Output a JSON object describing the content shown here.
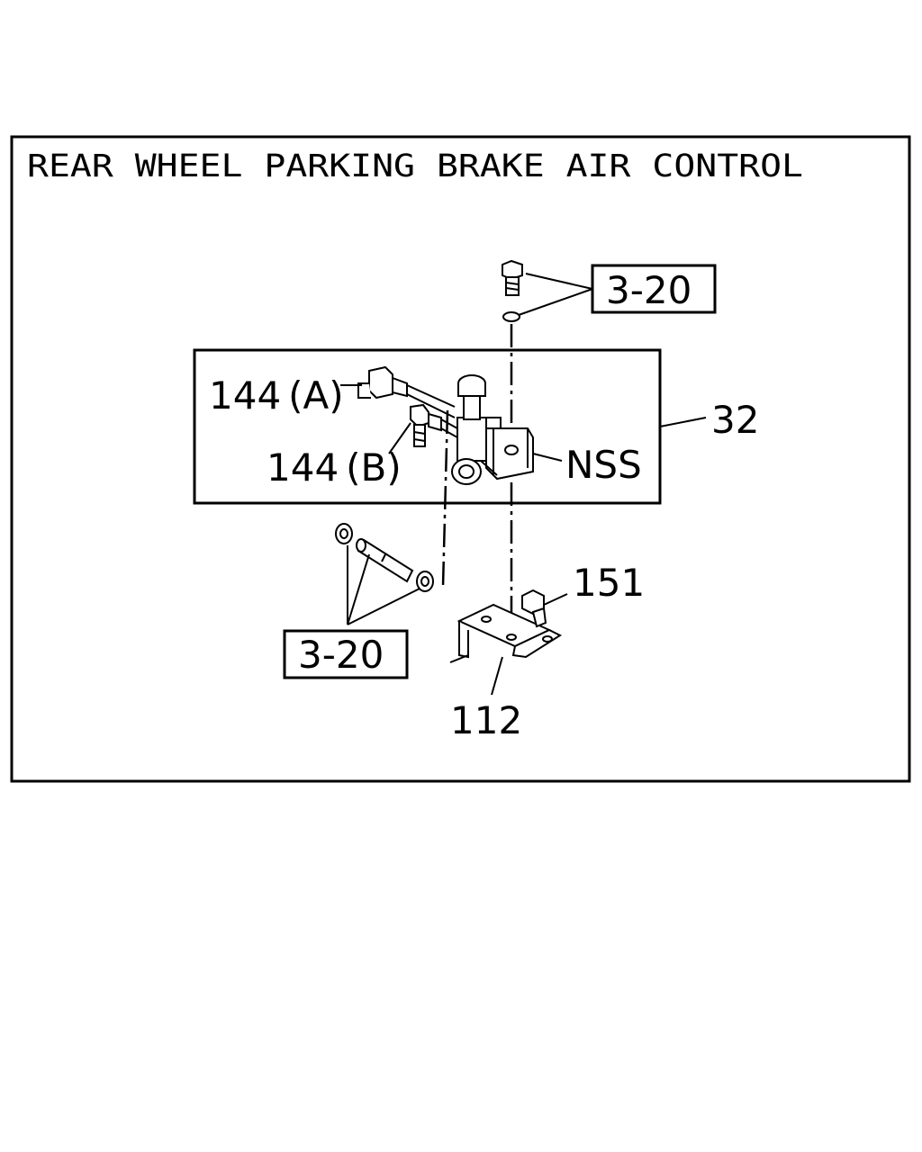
{
  "diagram": {
    "title": "REAR WHEEL PARKING BRAKE AIR CONTROL",
    "labels": {
      "ref_top": "3-20",
      "ref_bottom": "3-20",
      "part_144a": "144",
      "part_144a_suffix": "(A)",
      "part_144b": "144",
      "part_144b_suffix": "(B)",
      "part_32": "32",
      "nss": "NSS",
      "part_151": "151",
      "part_112": "112"
    }
  }
}
